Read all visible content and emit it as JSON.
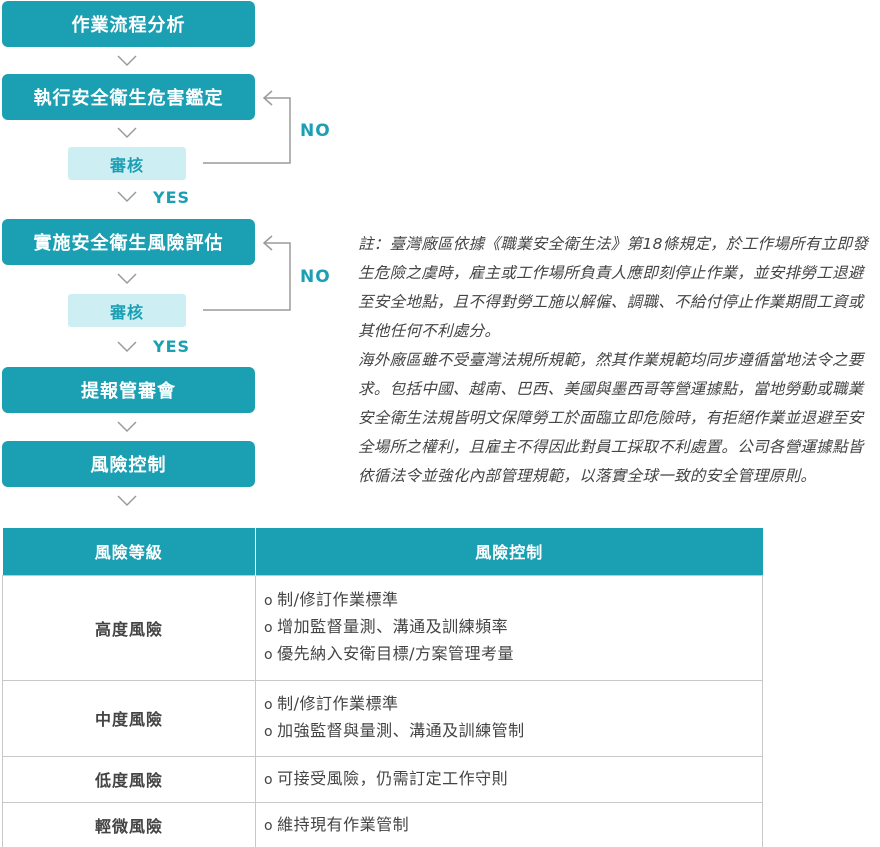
{
  "flow": {
    "step_1": "作業流程分析",
    "step_2": "執行安全衛生危害鑑定",
    "review_1": "審核",
    "yes_1": "YES",
    "no_1": "NO",
    "step_3": "實施安全衛生風險評估",
    "review_2": "審核",
    "yes_2": "YES",
    "no_2": "NO",
    "step_4": "提報管審會",
    "step_5": "風險控制"
  },
  "note": {
    "paragraph_1": "註：臺灣廠區依據《職業安全衛生法》第18條規定，於工作場所有立即發生危險之虞時，雇主或工作場所負責人應即刻停止作業，並安排勞工退避至安全地點，且不得對勞工施以解僱、調職、不給付停止作業期間工資或其他任何不利處分。",
    "paragraph_2": "海外廠區雖不受臺灣法規所規範，然其作業規範均同步遵循當地法令之要求。包括中國、越南、巴西、美國與墨西哥等營運據點，當地勞動或職業安全衛生法規皆明文保障勞工於面臨立即危險時，有拒絕作業並退避至安全場所之權利，且雇主不得因此對員工採取不利處置。公司各營運據點皆依循法令並強化內部管理規範，以落實全球一致的安全管理原則。"
  },
  "table": {
    "headers": {
      "level": "風險等級",
      "control": "風險控制"
    },
    "bullet": "o",
    "rows": [
      {
        "level": "高度風險",
        "controls": [
          "制/修訂作業標準",
          "增加監督量測、溝通及訓練頻率",
          "優先納入安衛目標/方案管理考量"
        ]
      },
      {
        "level": "中度風險",
        "controls": [
          "制/修訂作業標準",
          "加強監督與量測、溝通及訓練管制"
        ]
      },
      {
        "level": "低度風險",
        "controls": [
          "可接受風險，仍需訂定工作守則"
        ]
      },
      {
        "level": "輕微風險",
        "controls": [
          "維持現有作業管制"
        ]
      }
    ]
  },
  "colors": {
    "accent": "#1b9fb3",
    "review_bg": "#cdeef3",
    "connector": "#9a9a9a",
    "border": "#c8c8c8"
  }
}
